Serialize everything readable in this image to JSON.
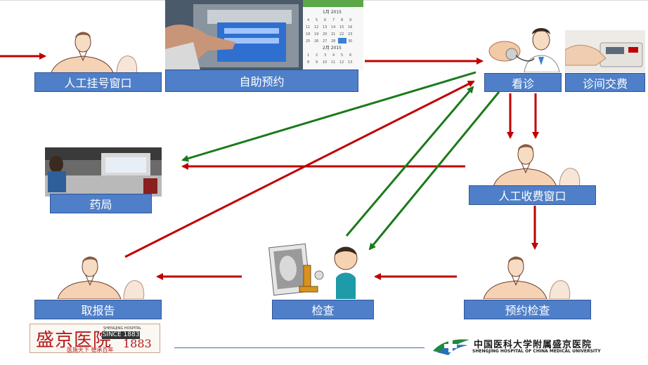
{
  "nodes": {
    "manual_registration": "人工挂号窗口",
    "self_booking": "自助预约",
    "consultation": "看诊",
    "in_clinic_payment": "诊间交费",
    "pharmacy": "药局",
    "manual_payment": "人工收费窗口",
    "get_report": "取报告",
    "examination": "检查",
    "book_examination": "预约检查"
  },
  "calendar": {
    "month1": "1月 2015",
    "month2": "2月 2015"
  },
  "logo_left": {
    "name": "盛京医院",
    "english": "SHENGJING HOSPITAL",
    "since": "SINCE 1883",
    "year": "1883",
    "motto": "医施天下  德承百年"
  },
  "logo_right": {
    "name_cn": "中国医科大学附属盛京医院",
    "name_en": "SHENGJING HOSPITAL OF CHINA MEDICAL UNIVERSITY"
  },
  "colors": {
    "box_fill": "#4f7fc8",
    "box_border": "#2f5597",
    "arrow_red": "#c00000",
    "arrow_green": "#1a7a1a",
    "logo_red": "#b31b1b"
  }
}
